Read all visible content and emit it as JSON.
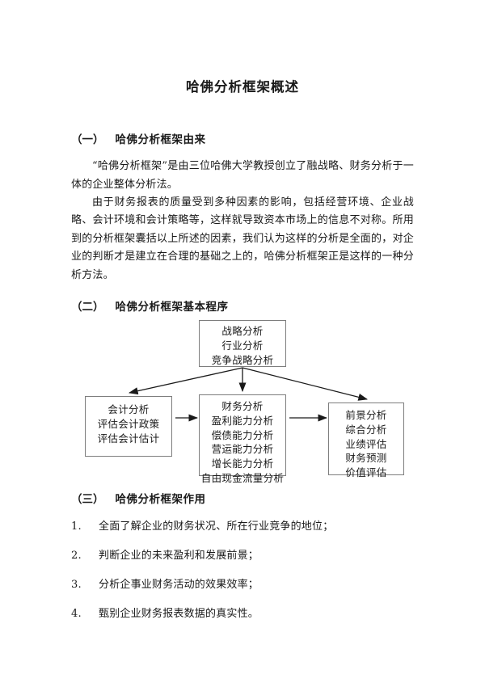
{
  "document": {
    "title": "哈佛分析框架概述"
  },
  "sections": [
    {
      "number": "（一）",
      "title": "哈佛分析框架由来"
    },
    {
      "number": "（二）",
      "title": "哈佛分析框架基本程序"
    },
    {
      "number": "（三）",
      "title": "哈佛分析框架作用"
    }
  ],
  "paragraphs": [
    "“哈佛分析框架”是由三位哈佛大学教授创立了融战略、财务分析于一体的企业整体分析法。",
    "由于财务报表的质量受到多种因素的影响，包括经营环境、企业战略、会计环境和会计策略等，这样就导致资本市场上的信息不对称。所用到的分析框架囊括以上所述的因素，我们认为这样的分析是全面的，对企业的判断才是建立在合理的基础之上的，哈佛分析框架正是这样的一种分析方法。"
  ],
  "diagram": {
    "boxes": {
      "strategy": {
        "lines": [
          "战略分析",
          "行业分析",
          "竞争战略分析"
        ]
      },
      "accounting": {
        "lines": [
          "会计分析",
          "评估会计政策",
          "评估会计估计"
        ]
      },
      "financial": {
        "lines": [
          "财务分析",
          "盈利能力分析",
          "偿债能力分析",
          "营运能力分析",
          "增长能力分析",
          "自由现金流量分析"
        ]
      },
      "prospect": {
        "lines": [
          "前景分析",
          "综合分析",
          "业绩评估",
          "财务预测",
          "价值评估"
        ]
      }
    },
    "stroke_color": "#1a1a1a",
    "border_color": "#7d7d7d"
  },
  "list": [
    {
      "num": "1.",
      "text": "全面了解企业的财务状况、所在行业竞争的地位；"
    },
    {
      "num": "2.",
      "text": "判断企业的未来盈利和发展前景；"
    },
    {
      "num": "3.",
      "text": "分析企事业财务活动的效果效率；"
    },
    {
      "num": "4.",
      "text": "甄别企业财务报表数据的真实性。"
    }
  ]
}
